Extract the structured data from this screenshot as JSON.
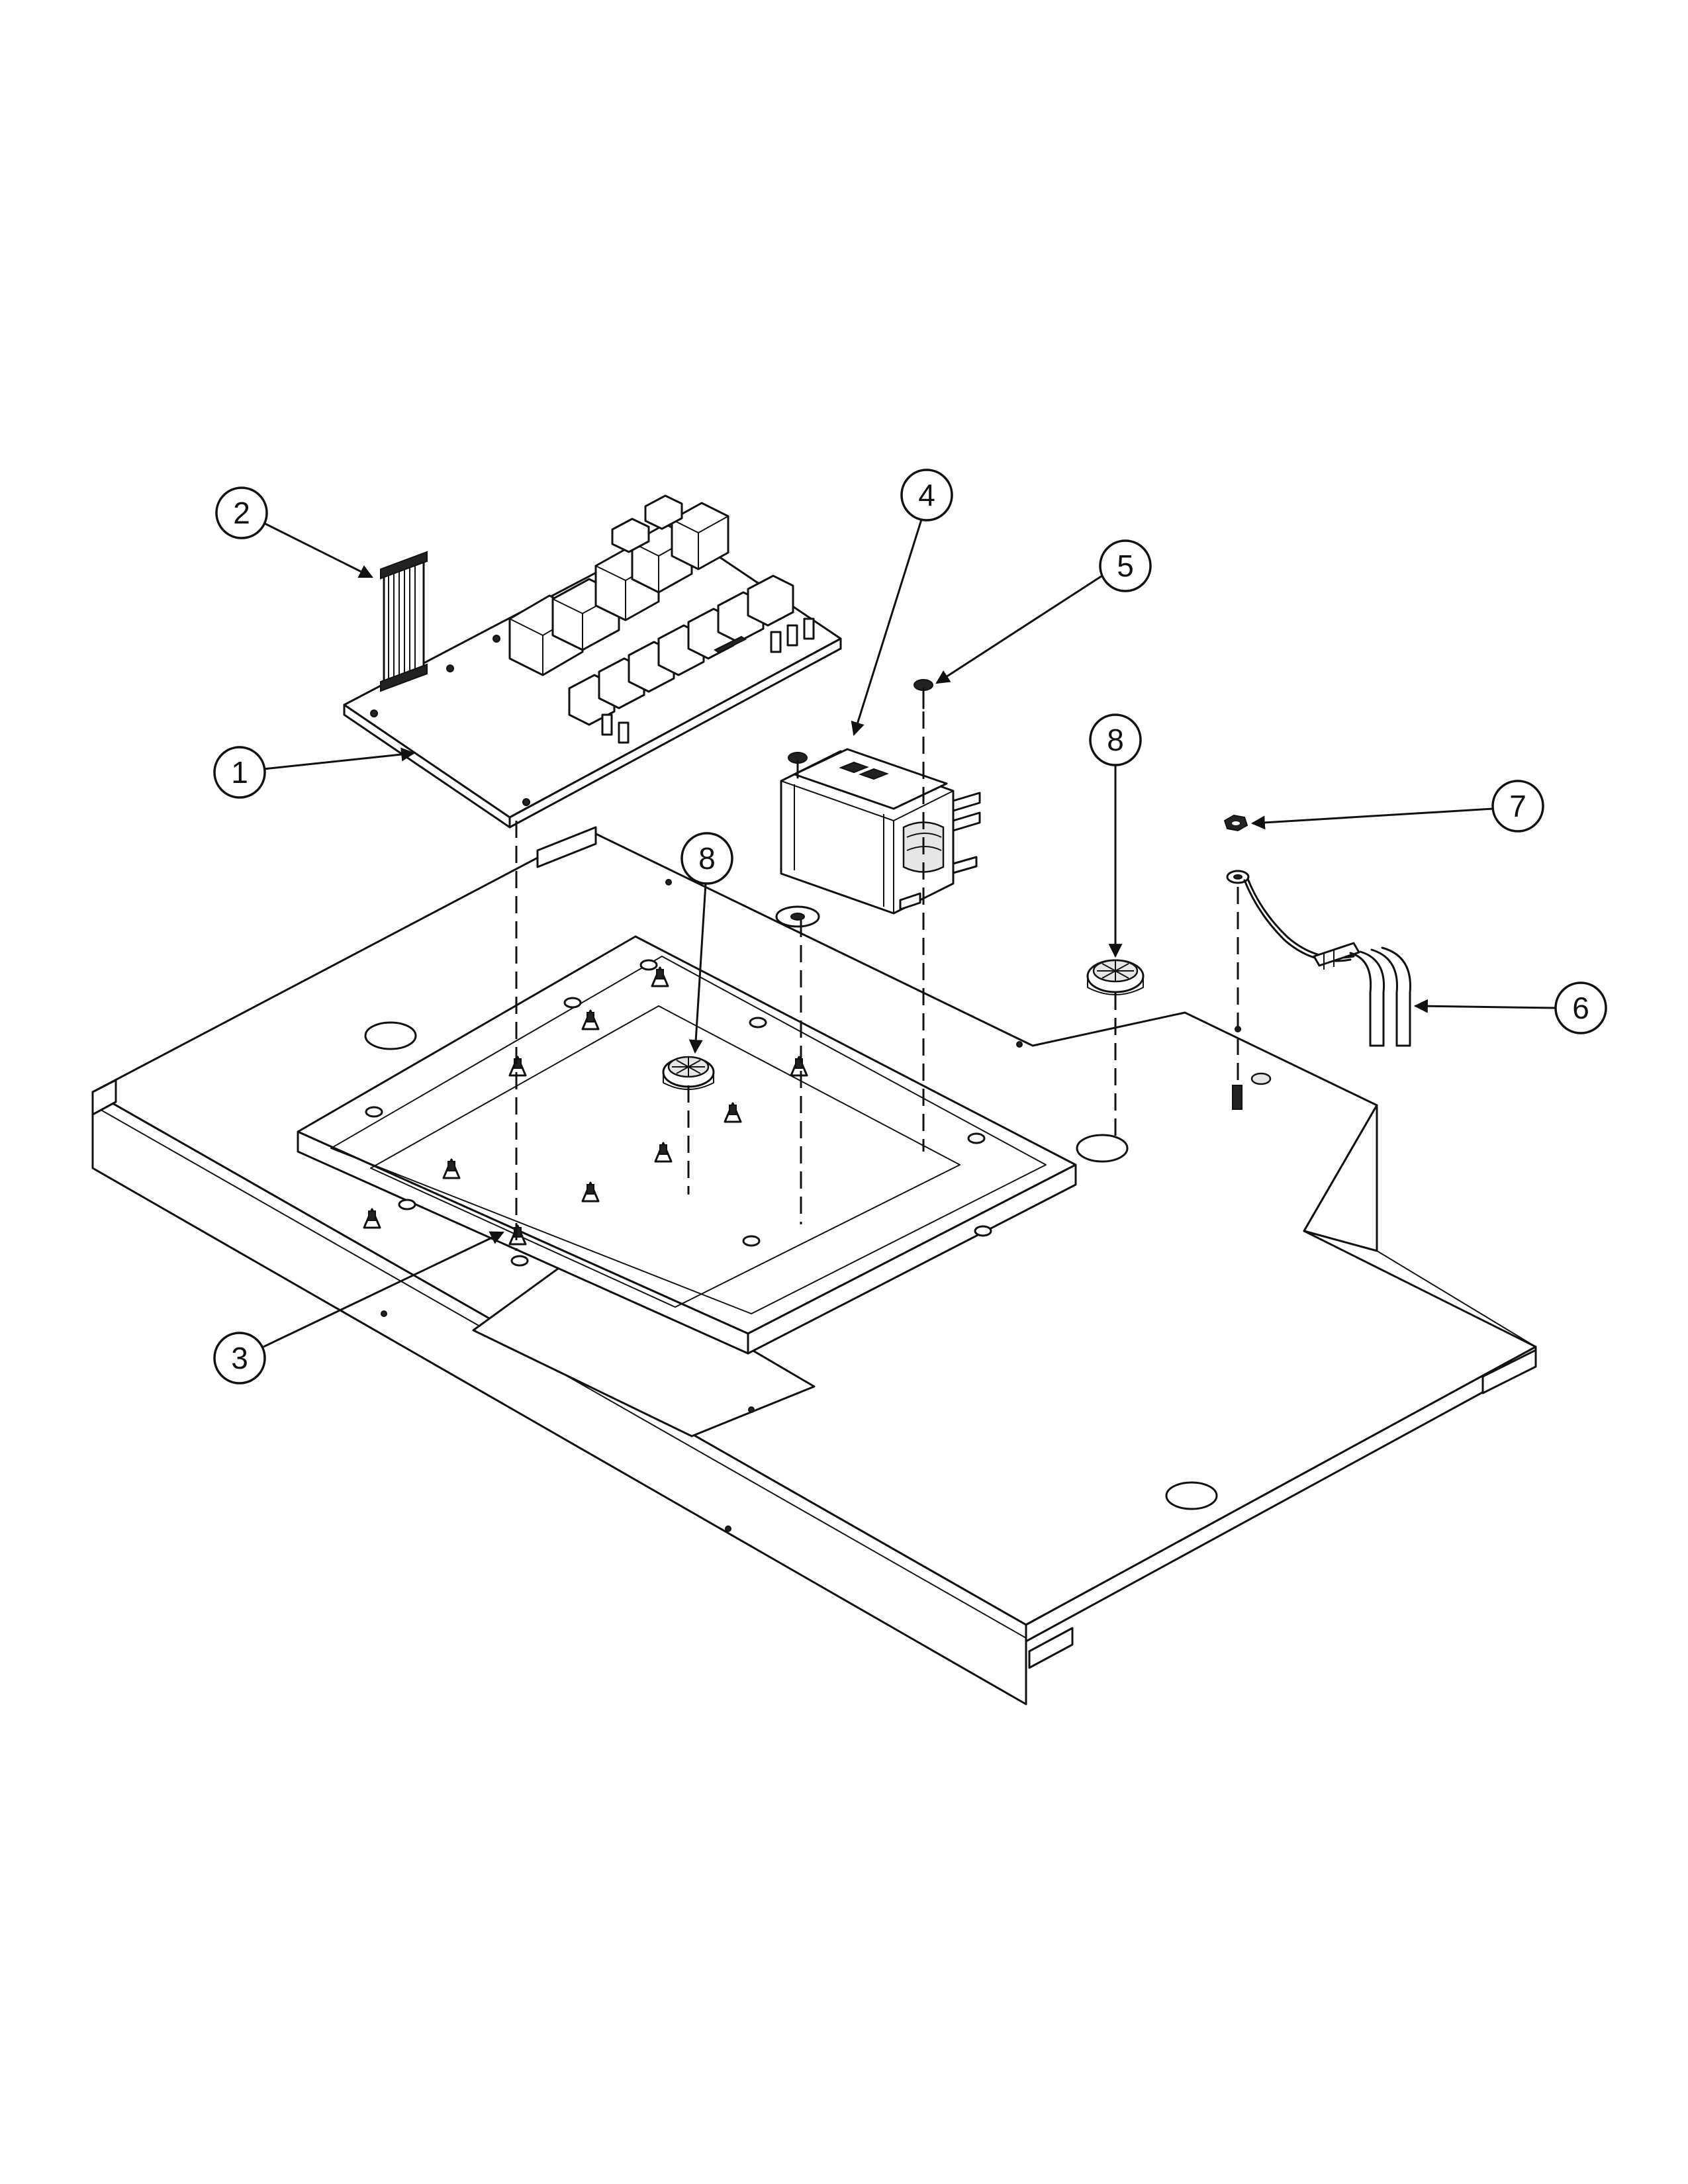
{
  "callouts": [
    {
      "id": "c1",
      "label": "1"
    },
    {
      "id": "c2",
      "label": "2"
    },
    {
      "id": "c3",
      "label": "3"
    },
    {
      "id": "c4",
      "label": "4"
    },
    {
      "id": "c5",
      "label": "5"
    },
    {
      "id": "c6",
      "label": "6"
    },
    {
      "id": "c7",
      "label": "7"
    },
    {
      "id": "c8a",
      "label": "8"
    },
    {
      "id": "c8b",
      "label": "8"
    }
  ]
}
